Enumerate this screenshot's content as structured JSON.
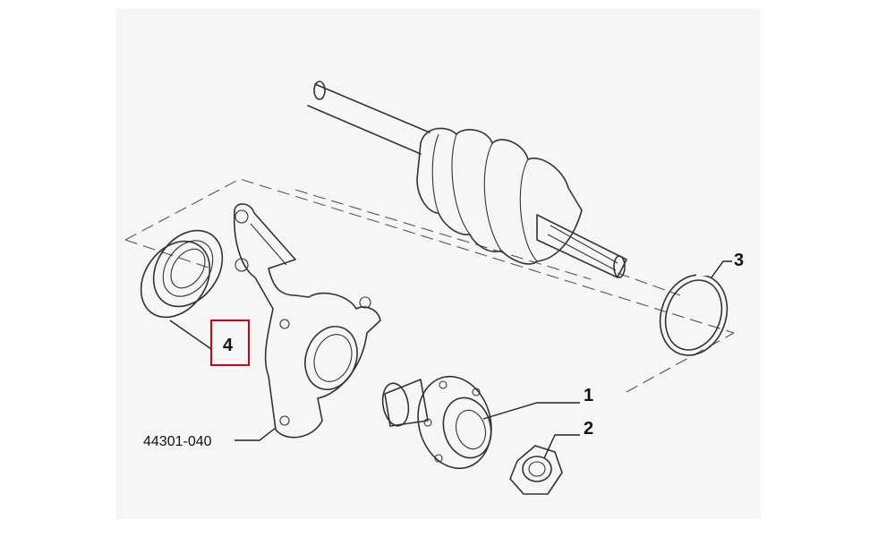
{
  "diagram": {
    "callouts": {
      "hub": "1",
      "nut": "2",
      "snap_ring": "3",
      "bearing": "4"
    },
    "knuckle_part_number": "44301-040",
    "highlight_color": "#d0021b",
    "line_color": "#333333"
  }
}
